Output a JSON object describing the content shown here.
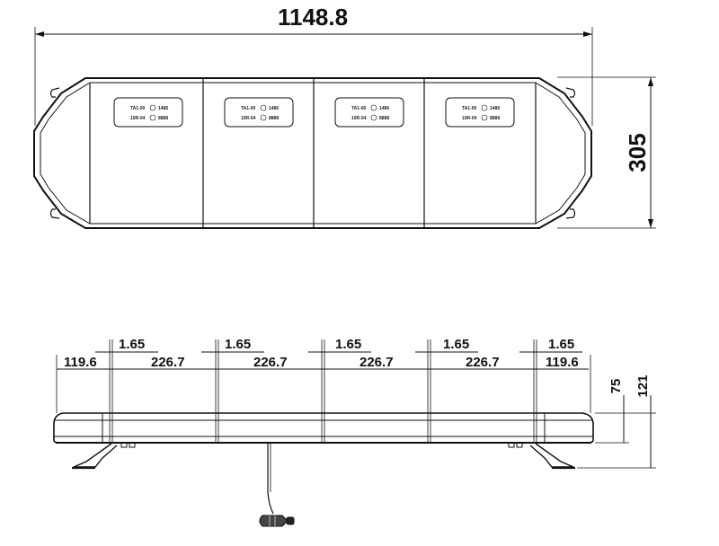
{
  "top_view": {
    "overall_width": "1148.8",
    "overall_depth": "305",
    "modules": [
      {
        "label_line1": "TA1-00",
        "label_line2": "10R-04",
        "badge1": "E9",
        "code1": "1486",
        "badge2": "E9",
        "code2": "8888"
      },
      {
        "label_line1": "TA1-00",
        "label_line2": "10R-04",
        "badge1": "E9",
        "code1": "1486",
        "badge2": "E9",
        "code2": "8888"
      },
      {
        "label_line1": "TA1-00",
        "label_line2": "10R-04",
        "badge1": "E9",
        "code1": "1486",
        "badge2": "E9",
        "code2": "8888"
      },
      {
        "label_line1": "TA1-00",
        "label_line2": "10R-04",
        "badge1": "E9",
        "code1": "1486",
        "badge2": "E9",
        "code2": "8888"
      }
    ]
  },
  "side_view": {
    "gaps": [
      "1.65",
      "1.65",
      "1.65",
      "1.65",
      "1.65"
    ],
    "segments": [
      "119.6",
      "226.7",
      "226.7",
      "226.7",
      "226.7",
      "119.6"
    ],
    "height_lens": "75",
    "height_total": "121"
  }
}
